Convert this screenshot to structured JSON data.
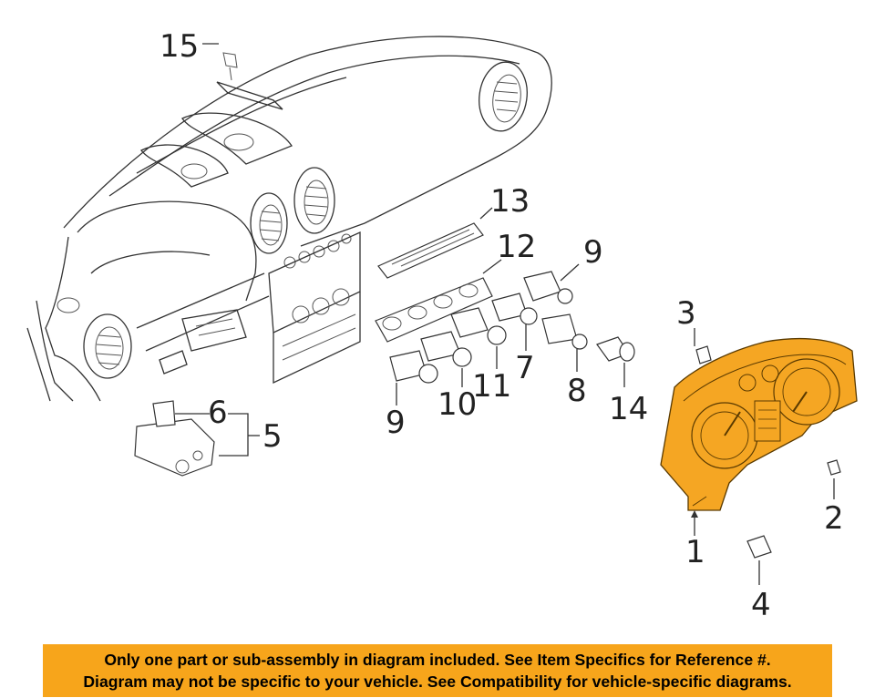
{
  "callouts": {
    "c1": "1",
    "c2": "2",
    "c3": "3",
    "c4": "4",
    "c5": "5",
    "c6": "6",
    "c7": "7",
    "c8": "8",
    "c9a": "9",
    "c9b": "9",
    "c10": "10",
    "c11": "11",
    "c12": "12",
    "c13": "13",
    "c14": "14",
    "c15": "15"
  },
  "notice": {
    "line1": "Only one part or sub-assembly in diagram included. See Item Specifics for Reference #.",
    "line2": "Diagram may not be specific to your vehicle. See Compatibility for vehicle-specific diagrams."
  },
  "colors": {
    "highlight": "#f7a51b",
    "cluster_fill": "#f5a623",
    "line": "#333333",
    "notice_background": "#f7a51b"
  }
}
